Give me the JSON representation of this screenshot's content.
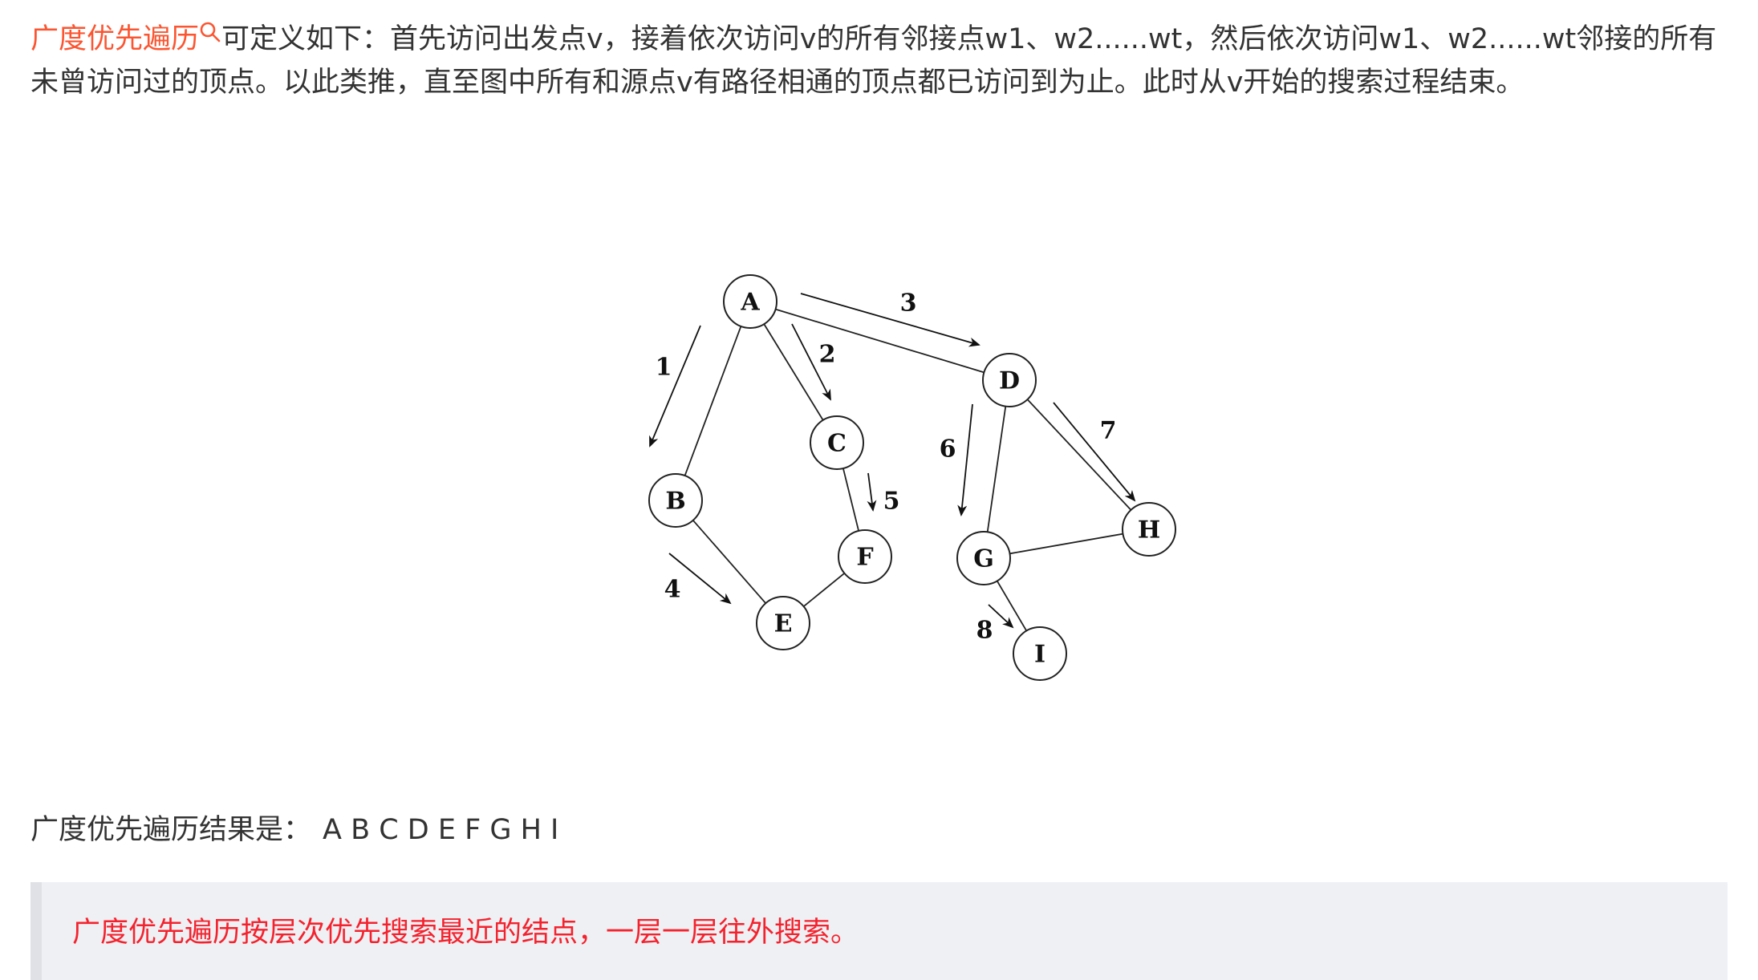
{
  "intro": {
    "keyword": "广度优先遍历",
    "keyword_icon": "search-icon",
    "text": "可定义如下：首先访问出发点v，接着依次访问v的所有邻接点w1、w2......wt，然后依次访问w1、w2......wt邻接的所有未曾访问过的顶点。以此类推，直至图中所有和源点v有路径相通的顶点都已访问到为止。此时从v开始的搜索过程结束。"
  },
  "graph": {
    "nodes": [
      {
        "id": "A",
        "label": "A"
      },
      {
        "id": "B",
        "label": "B"
      },
      {
        "id": "C",
        "label": "C"
      },
      {
        "id": "D",
        "label": "D"
      },
      {
        "id": "E",
        "label": "E"
      },
      {
        "id": "F",
        "label": "F"
      },
      {
        "id": "G",
        "label": "G"
      },
      {
        "id": "H",
        "label": "H"
      },
      {
        "id": "I",
        "label": "I"
      }
    ],
    "edges": [
      {
        "from": "A",
        "to": "B"
      },
      {
        "from": "A",
        "to": "C"
      },
      {
        "from": "A",
        "to": "D"
      },
      {
        "from": "B",
        "to": "E"
      },
      {
        "from": "C",
        "to": "F"
      },
      {
        "from": "E",
        "to": "F"
      },
      {
        "from": "D",
        "to": "G"
      },
      {
        "from": "D",
        "to": "H"
      },
      {
        "from": "G",
        "to": "H"
      },
      {
        "from": "G",
        "to": "I"
      }
    ],
    "traversal_arrows": [
      {
        "label": "1",
        "from": "A",
        "to": "B"
      },
      {
        "label": "2",
        "from": "A",
        "to": "C"
      },
      {
        "label": "3",
        "from": "A",
        "to": "D"
      },
      {
        "label": "4",
        "from": "B",
        "to": "E"
      },
      {
        "label": "5",
        "from": "C",
        "to": "F"
      },
      {
        "label": "6",
        "from": "D",
        "to": "G"
      },
      {
        "label": "7",
        "from": "D",
        "to": "H"
      },
      {
        "label": "8",
        "from": "G",
        "to": "I"
      }
    ]
  },
  "result": {
    "label": "广度优先遍历结果是：",
    "sequence": "A B C D E F G H I"
  },
  "note": {
    "text": "广度优先遍历按层次优先搜索最近的结点，一层一层往外搜索。"
  },
  "colors": {
    "keyword": "#fc5531",
    "note_text": "#f5222d",
    "quote_bg": "#eef0f4"
  }
}
